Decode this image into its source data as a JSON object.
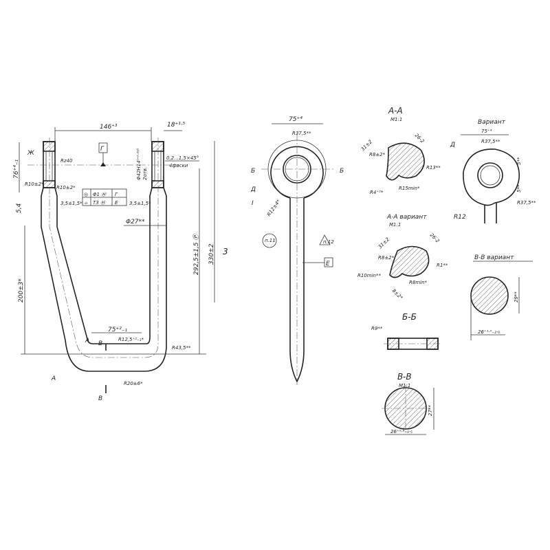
{
  "drawing": {
    "main_view": {
      "dim_width": "146⁺³",
      "dim_arm": "18⁺¹·⁵",
      "dim_76": "76⁺⁴₋₁",
      "dim_200": "200±3*",
      "dim_292": "292,5±1,5 Ⓟ",
      "dim_330": "330±2",
      "dim_75": "75⁺²₋₁",
      "r10": "R10±2*",
      "r10b": "R10±2*",
      "rz40": "Rz40",
      "hole": "Φ42H14⁽⁺⁰·⁶²⁾",
      "hole_count": "2отв.",
      "chamfer": "0,2...1,5×45°",
      "chamfer_note": "4фаски",
      "dim_35a": "3,5±1,5*",
      "dim_35b": "3,5±1,5*",
      "phi27": "Φ27**",
      "r125": "R12,5⁺²₋₁*",
      "r435": "R43,5**",
      "r20": "R20±6*",
      "mark_zh": "Ж",
      "mark_g": "Г",
      "mark_54": "5,4",
      "mark_3": "3",
      "sec_a": "A",
      "sec_a2": "A",
      "sec_v": "B",
      "sec_v2": "B",
      "tolerance_frame": [
        [
          "◎",
          "Φ1 Ⓜ",
          "Г"
        ],
        [
          "⌯",
          "T3 Ⓜ",
          "E"
        ]
      ]
    },
    "side_view": {
      "dim_75": "75⁺⁴",
      "r375": "R37,5**",
      "r12": "R12±4*",
      "mark_b1": "Б",
      "mark_b2": "Б",
      "mark_d": "Д",
      "mark_i": "I",
      "note_11": "п.11",
      "note_12": "п.12",
      "mark_e": "E"
    },
    "section_aa": {
      "title": "A-A",
      "scale": "M1:1",
      "d31": "31±2",
      "d26": "26-2",
      "r8": "R8±2*",
      "r13": "R13**",
      "r4": "R4⁺²*",
      "r15": "R15min*"
    },
    "variant_top": {
      "title": "Вариант",
      "d75": "75⁺⁴",
      "r375a": "R37,5**",
      "r375b": "R37,5**",
      "d5a": "5**",
      "d5b": "5**",
      "r12": "R12",
      "mark_d": "Д"
    },
    "section_aa_variant": {
      "title": "A-A вариант",
      "scale": "M1:1",
      "d31": "31±2",
      "d26": "26-2",
      "r8": "R8±2*",
      "r1": "R1**",
      "r10": "R10min**",
      "r8min": "R8min*",
      "d8": "8±2*"
    },
    "section_vv_variant": {
      "title": "B-B  вариант",
      "d29": "29**",
      "d26": "26⁺¹·⁰₋₂·₀"
    },
    "section_bb": {
      "title": "Б-Б",
      "r9": "R9**"
    },
    "section_vv": {
      "title": "B-B",
      "scale": "M1:1",
      "d27": "27**",
      "d26": "26⁺⁰·⁸₋₀·₅"
    }
  }
}
